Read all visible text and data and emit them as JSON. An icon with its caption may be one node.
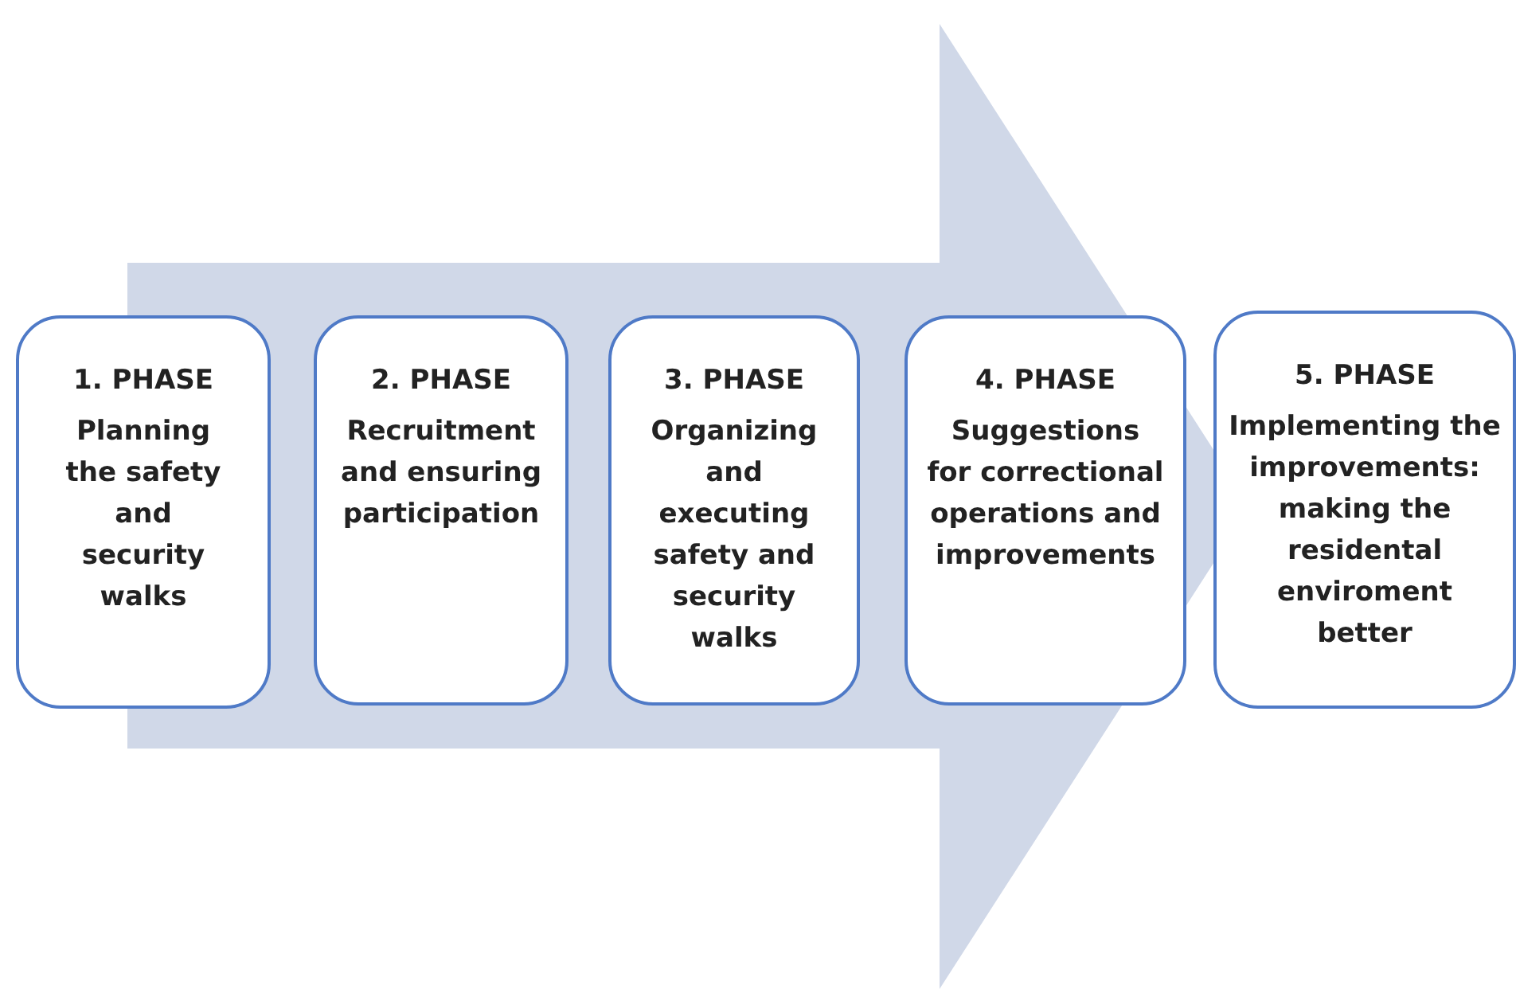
{
  "diagram": {
    "nodes": [
      {
        "text": [
          "1. PHASE",
          "Planning the safety and security walks"
        ]
      },
      {
        "text": [
          "2. PHASE",
          "Recruitment and ensuring participation"
        ]
      },
      {
        "text": [
          "3. PHASE",
          "Organizing and executing safety and security walks"
        ]
      },
      {
        "text": [
          "4. PHASE",
          "Suggestions for correctional operations and improvements"
        ]
      },
      {
        "text": [
          "5. PHASE",
          "Implementing the improvements: making the residental enviroment better"
        ]
      }
    ],
    "edges": [
      {
        "from": 0,
        "to": 4,
        "arrow": "to"
      }
    ]
  }
}
